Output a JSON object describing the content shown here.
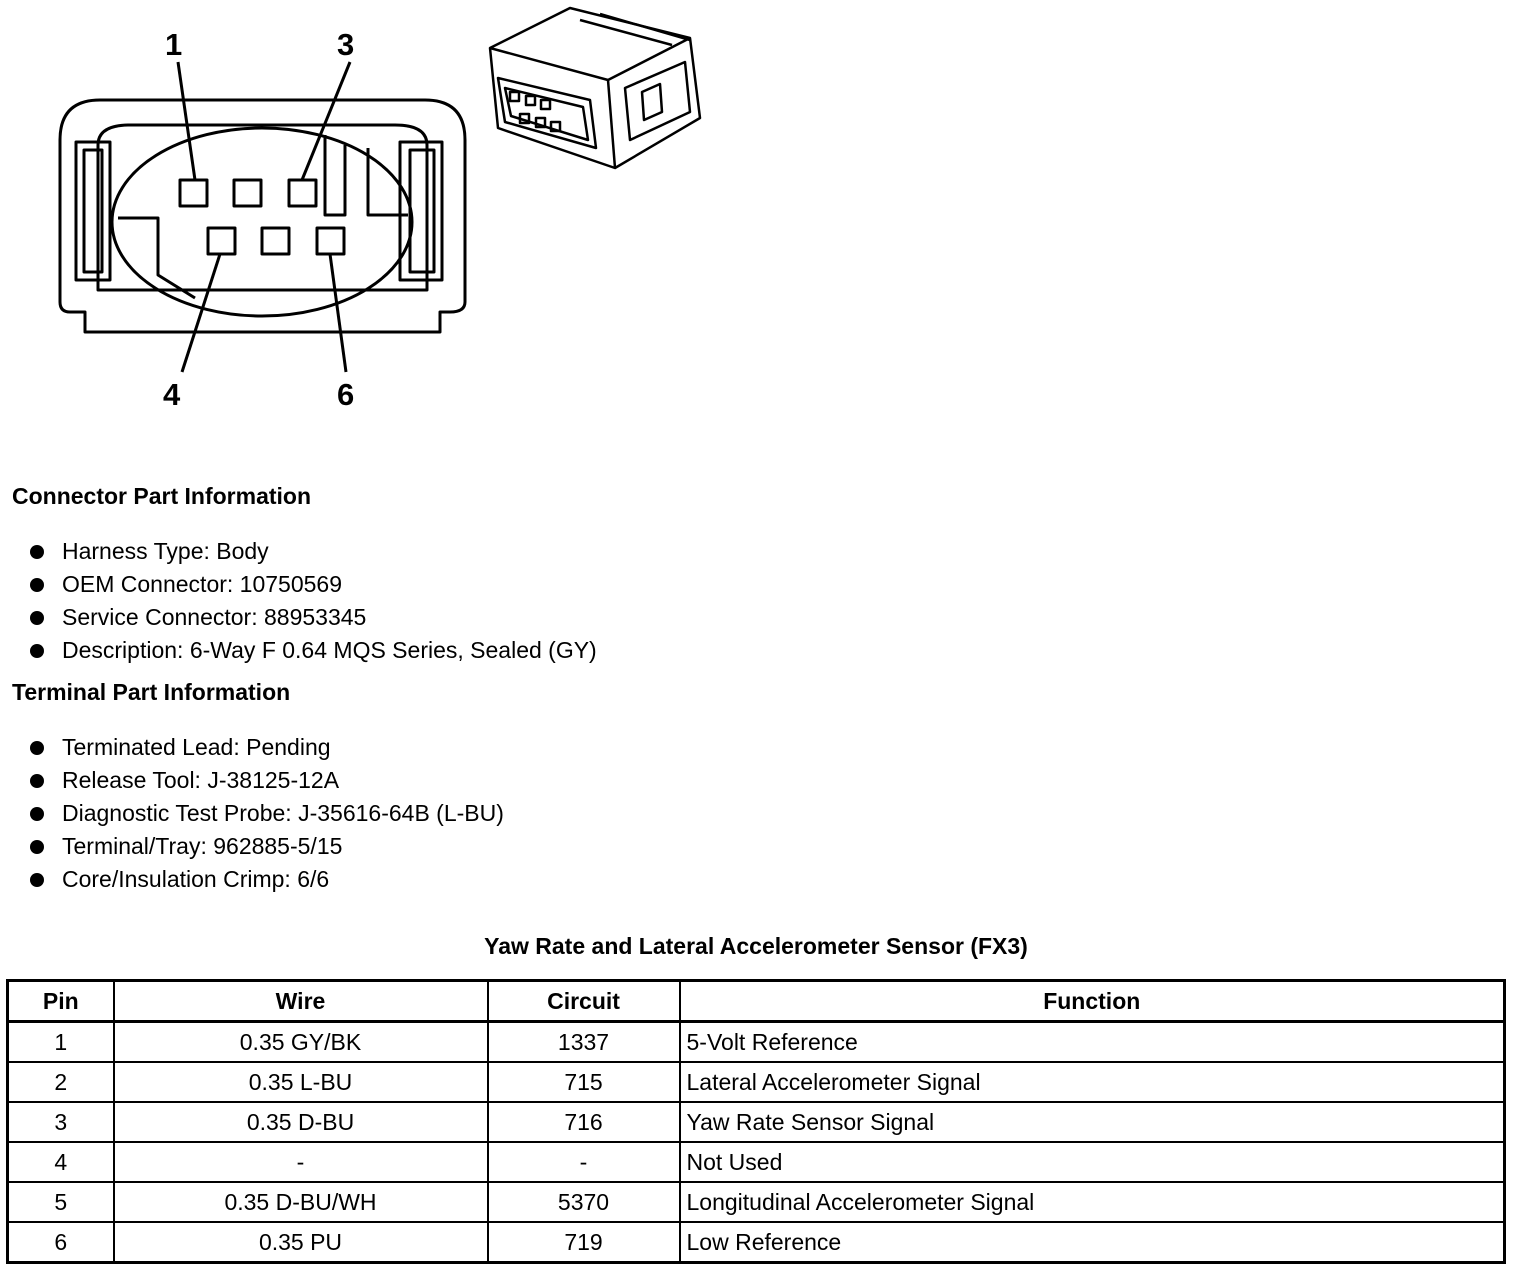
{
  "diagram": {
    "pin_labels": [
      "1",
      "3",
      "4",
      "6"
    ]
  },
  "connector_info": {
    "title": "Connector Part Information",
    "items": [
      "Harness Type: Body",
      "OEM Connector: 10750569",
      "Service Connector: 88953345",
      "Description: 6-Way F 0.64 MQS Series, Sealed (GY)"
    ]
  },
  "terminal_info": {
    "title": "Terminal Part Information",
    "items": [
      "Terminated Lead: Pending",
      "Release Tool: J-38125-12A",
      "Diagnostic Test Probe: J-35616-64B (L-BU)",
      "Terminal/Tray: 962885-5/15",
      "Core/Insulation Crimp: 6/6"
    ]
  },
  "table": {
    "title": "Yaw Rate and Lateral Accelerometer Sensor (FX3)",
    "headers": [
      "Pin",
      "Wire",
      "Circuit",
      "Function"
    ],
    "rows": [
      [
        "1",
        "0.35 GY/BK",
        "1337",
        "5-Volt Reference"
      ],
      [
        "2",
        "0.35 L-BU",
        "715",
        "Lateral Accelerometer Signal"
      ],
      [
        "3",
        "0.35 D-BU",
        "716",
        "Yaw Rate Sensor Signal"
      ],
      [
        "4",
        "-",
        "-",
        "Not Used"
      ],
      [
        "5",
        "0.35 D-BU/WH",
        "5370",
        "Longitudinal Accelerometer Signal"
      ],
      [
        "6",
        "0.35 PU",
        "719",
        "Low Reference"
      ]
    ]
  }
}
